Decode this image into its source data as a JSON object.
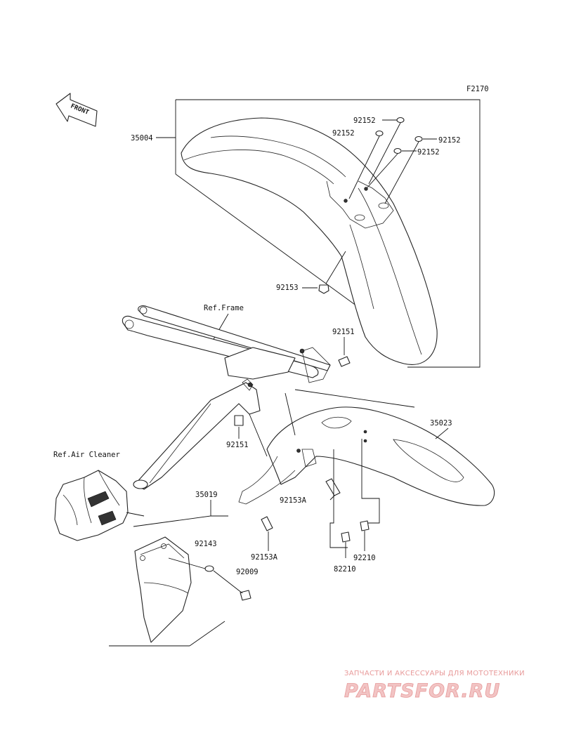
{
  "diagram": {
    "figure_code": "F2170",
    "front_arrow_label": "FRONT",
    "ref_frame": "Ref.Frame",
    "ref_air_cleaner": "Ref.Air Cleaner",
    "parts": {
      "p35004": "35004",
      "p92152_a": "92152",
      "p92152_b": "92152",
      "p92152_c": "92152",
      "p92152_d": "92152",
      "p92153": "92153",
      "p92151_a": "92151",
      "p92151_b": "92151",
      "p35023": "35023",
      "p92153A_a": "92153A",
      "p92153A_b": "92153A",
      "p35019": "35019",
      "p92143": "92143",
      "p92009": "92009",
      "p82210": "82210",
      "p92210": "92210"
    }
  },
  "watermark": {
    "subtitle": "ЗАПЧАСТИ И АКСЕССУАРЫ ДЛЯ МОТОТЕХНИКИ",
    "brand": "PARTSFOR.RU"
  }
}
